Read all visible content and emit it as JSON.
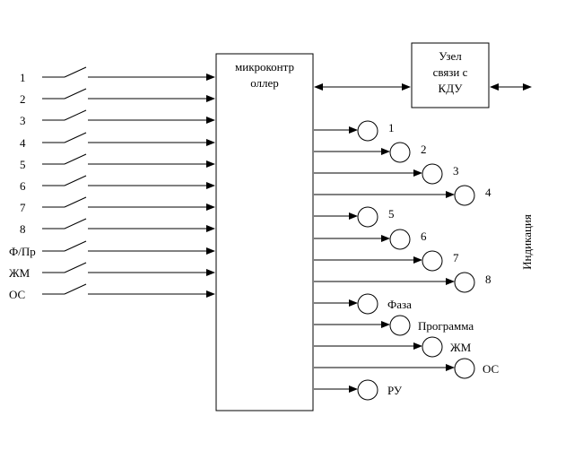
{
  "mcu": {
    "line1": "микроконтр",
    "line2": "оллер"
  },
  "comm_node": {
    "line1": "Узел",
    "line2": "связи с",
    "line3": "КДУ"
  },
  "inputs": [
    "1",
    "2",
    "3",
    "4",
    "5",
    "6",
    "7",
    "8",
    "Ф/Пр",
    "ЖМ",
    "ОС"
  ],
  "indicators": [
    "1",
    "2",
    "3",
    "4",
    "5",
    "6",
    "7",
    "8",
    "Фаза",
    "Программа",
    "ЖМ",
    "ОС",
    "РУ"
  ],
  "indication_label": "Индикация",
  "colors": {
    "stroke": "#000000",
    "background": "#ffffff"
  }
}
